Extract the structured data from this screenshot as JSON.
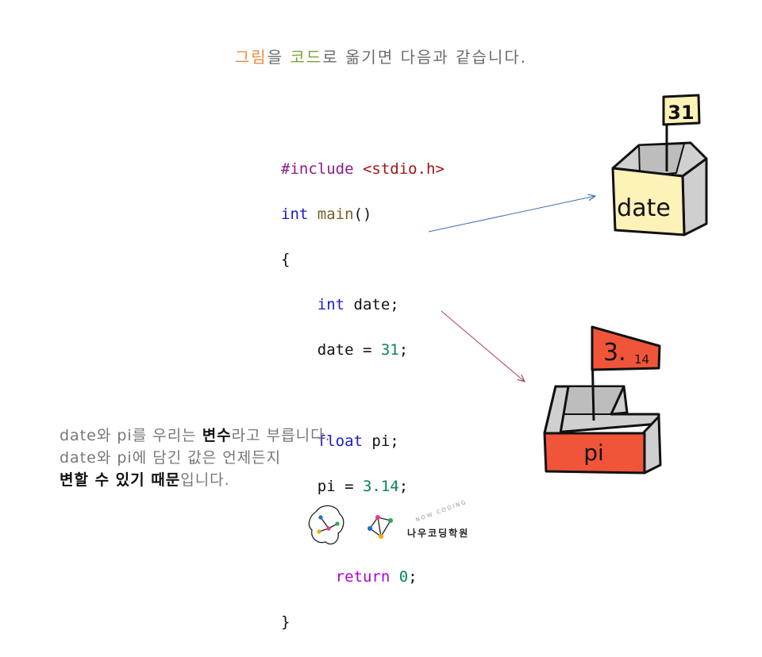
{
  "title": {
    "part1": "그림",
    "part2": "을 ",
    "part3": "코드",
    "part4": "로 옮기면 다음과 같습니다."
  },
  "code": {
    "line1_pp": "#include",
    "line1_hdr": "<stdio.h>",
    "line2_type": "int",
    "line2_fn": "main",
    "line2_rest": "()",
    "line3": "{",
    "line4_type": "int",
    "line4_rest": " date;",
    "line5_pre": "date = ",
    "line5_num": "31",
    "line5_end": ";",
    "line7_type": "float",
    "line7_rest": " pi;",
    "line8_pre": "pi = ",
    "line8_num": "3.14",
    "line8_end": ";",
    "line10_kw": "return",
    "line10_num": "0",
    "line10_end": ";",
    "line11": "}"
  },
  "boxes": {
    "date_flag": "31",
    "date_label": "date",
    "pi_flag_big": "3.",
    "pi_flag_small": "14",
    "pi_label": "pi"
  },
  "description": {
    "line1_a": "date와 pi를 우리는 ",
    "line1_b": "변수",
    "line1_c": "라고 부릅니다.",
    "line2": "date와 pi에 담긴 값은 언제든지",
    "line3_a": "변할 수 있기 때문",
    "line3_b": "입니다."
  },
  "logo": {
    "name": "나우코딩학원",
    "arc": "NOW CODING"
  },
  "colors": {
    "orange": "#ef8a3a",
    "green": "#79a33a",
    "date_box": "#fdf2b8",
    "pi_box": "#f0553a",
    "arrow_blue": "#3f6fb5",
    "arrow_red": "#b04545"
  }
}
